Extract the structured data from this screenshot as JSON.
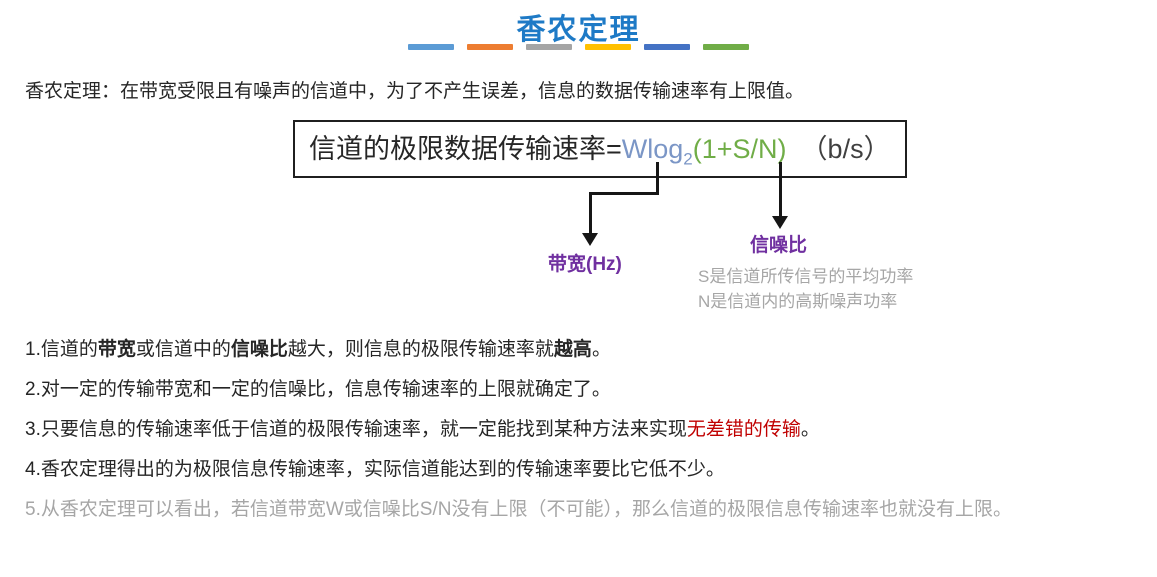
{
  "title": "香农定理",
  "accent_bars": [
    "#5B9BD5",
    "#ED7D31",
    "#A5A5A5",
    "#FFC000",
    "#4472C4",
    "#70AD47"
  ],
  "intro": "香农定理：在带宽受限且有噪声的信道中，为了不产生误差，信息的数据传输速率有上限值。",
  "formula": {
    "prefix": "信道的极限数据传输速率=",
    "w_text": "Wlog",
    "w_sub": "2",
    "w_color": "#7B96C6",
    "sn_text": "(1+S/N)",
    "sn_color": "#70AD47",
    "unit": "（b/s）"
  },
  "callouts": {
    "bandwidth_label": "带宽(Hz)",
    "snr_label": "信噪比",
    "snr_note_line1": "S是信道所传信号的平均功率",
    "snr_note_line2": "N是信道内的高斯噪声功率"
  },
  "notes": {
    "n1": {
      "p0": "1.信道的",
      "b1": "带宽",
      "p2": "或信道中的",
      "b3": "信噪比",
      "p4": "越大，则信息的极限传输速率就",
      "b5": "越高",
      "p6": "。"
    },
    "n2": "2.对一定的传输带宽和一定的信噪比，信息传输速率的上限就确定了。",
    "n3": {
      "p0": "3.只要信息的传输速率低于信道的极限传输速率，就一定能找到某种方法来实现",
      "red1": "无差错的传输",
      "p2": "。"
    },
    "n4": "4.香农定理得出的为极限信息传输速率，实际信道能达到的传输速率要比它低不少。",
    "n5": "5.从香农定理可以看出，若信道带宽W或信噪比S/N没有上限（不可能），那么信道的极限信息传输速率也就没有上限。"
  },
  "colors": {
    "title_blue": "#1E7AC6",
    "purple": "#7030A0",
    "red": "#C00000",
    "gray": "#A6A6A6"
  }
}
